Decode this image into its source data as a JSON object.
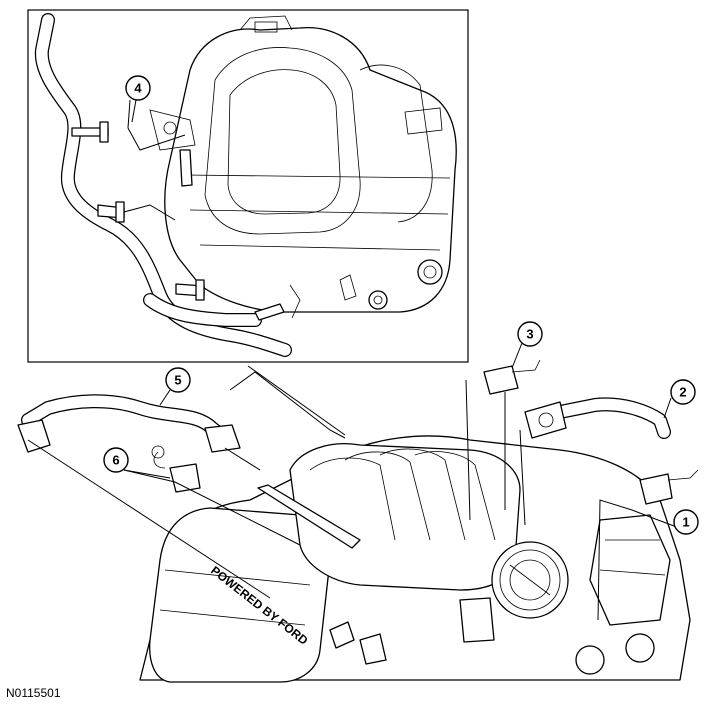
{
  "figure": {
    "id": "N0115501",
    "embossed_text": "POWERED BY FORD",
    "callouts": [
      {
        "label": "1"
      },
      {
        "label": "2"
      },
      {
        "label": "3"
      },
      {
        "label": "4"
      },
      {
        "label": "5"
      },
      {
        "label": "6"
      }
    ]
  },
  "colors": {
    "line": "#000000",
    "background": "#ffffff"
  }
}
